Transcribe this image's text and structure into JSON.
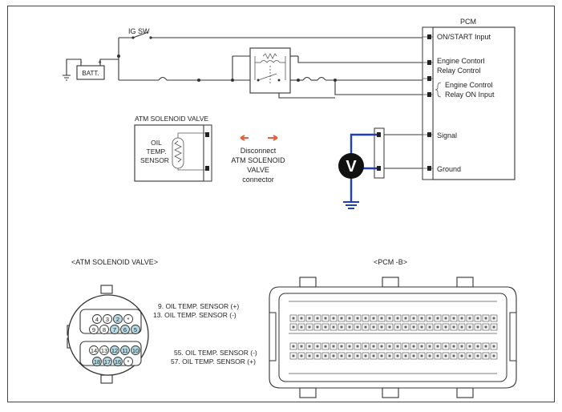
{
  "pcm": {
    "title": "PCM",
    "pins": [
      "ON/START Input",
      "Engine Contorl",
      "Relay Control",
      "Engine Control",
      "Relay ON Input",
      "Signal",
      "Ground"
    ]
  },
  "labels": {
    "ig_sw": "IG SW",
    "batt": "BATT.",
    "batt_minus": "-",
    "batt_plus": "+",
    "atm_valve": "ATM SOLENOID VALVE",
    "oil_temp_sensor": [
      "OIL",
      "TEMP.",
      "SENSOR"
    ],
    "disconnect": [
      "Disconnect",
      "ATM SOLENOID",
      "VALVE",
      "connector"
    ],
    "voltmeter": "V"
  },
  "connectors": {
    "atm_title": "<ATM SOLENOID VALVE>",
    "pcm_title": "<PCM -B>",
    "atm_pins_top": [
      "4",
      "3",
      "2",
      "*"
    ],
    "atm_pins_mid": [
      "9",
      "8",
      "7",
      "6",
      "5"
    ],
    "atm_pins_low": [
      "14",
      "13",
      "12",
      "11",
      "10"
    ],
    "atm_pins_bot": [
      "18",
      "17",
      "16",
      "*"
    ],
    "atm_callouts": [
      "9. OIL TEMP. SENSOR (+)",
      "13. OIL TEMP. SENSOR (-)"
    ],
    "pcm_callouts": [
      "55. OIL TEMP. SENSOR (-)",
      "57. OIL TEMP. SENSOR (+)"
    ]
  },
  "colors": {
    "arrow": "#e5603d",
    "wire_highlight": "#1f3fbf",
    "pin_highlight": "#b9dbe4",
    "frame": "#333333"
  }
}
